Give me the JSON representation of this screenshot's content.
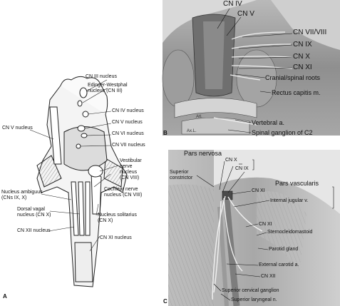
{
  "panel_a": {
    "letter": "A",
    "labels": {
      "cn3_nucleus": "CN III nucleus",
      "edinger": "Edinger-Westphal\nnucleus (CN III)",
      "cn4_nucleus": "CN IV nucleus",
      "cn5_nucleus_r": "CN V nucleus",
      "cn5_nucleus_l": "CN V nucleus",
      "cn6_nucleus": "CN VI nucleus",
      "cn7_nucleus": "CN VII nucleus",
      "vestibular": "Vestibular\nnerve\nnucleus\n(CN VIII)",
      "ambiguus": "Nucleus ambiguus\n(CNs IX, X)",
      "cochlear": "Cochlear nerve\nnucleus (CN VIII)",
      "dorsal_vagal": "Dorsal vagal\nnucleus (CN X)",
      "solitarius": "Nucleus solitarius\n(CN X)",
      "cn12_nucleus": "CN XII nucleus",
      "cn11_nucleus": "CN XI nucleus"
    }
  },
  "panel_b": {
    "letter": "B",
    "labels": {
      "cn4": "CN IV",
      "cn5": "CN V",
      "cn7_8": "CN VII/VIII",
      "cn9": "CN IX",
      "cn10": "CN X",
      "cn11": "CN XI",
      "roots": "Cranial/spinal roots",
      "rectus": "Rectus capitis m.",
      "vertebral": "Vertebral a.",
      "spinal_ganglion": "Spinal ganglion of C2",
      "atlas": "Atl.",
      "axis": "Ax.L."
    }
  },
  "panel_c": {
    "letter": "C",
    "labels": {
      "pars_nervosa": "Pars nervosa",
      "cn10": "CN X",
      "cn9": "CN IX",
      "sup_constrictor": "Superior\nconstrictor",
      "pars_vascularis": "Pars vascularis",
      "cn11_top": "CN XI",
      "internal_jugular": "Internal jugular v.",
      "cn11_mid": "CN XI",
      "scm": "Sternocleidomastoid",
      "parotid": "Parotid gland",
      "ext_carotid": "External carotid a.",
      "cn12": "CN XII",
      "sup_cervical": "Superior cervical ganglion",
      "sup_laryngeal": "Superior laryngeal n."
    }
  }
}
